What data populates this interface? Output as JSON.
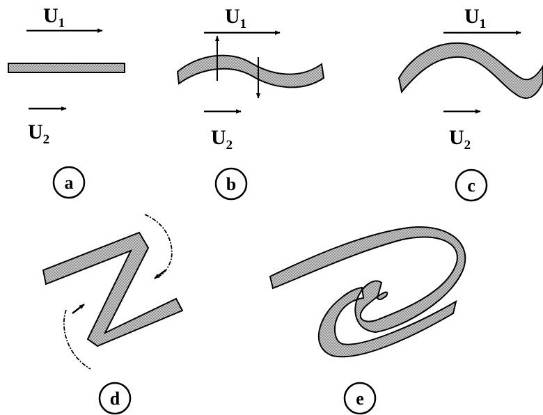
{
  "panels": [
    {
      "id": "a",
      "label": "a",
      "upper_velocity": "U",
      "upper_subscript": "1",
      "lower_velocity": "U",
      "lower_subscript": "2"
    },
    {
      "id": "b",
      "label": "b",
      "upper_velocity": "U",
      "upper_subscript": "1",
      "lower_velocity": "U",
      "lower_subscript": "2"
    },
    {
      "id": "c",
      "label": "c",
      "upper_velocity": "U",
      "upper_subscript": "1",
      "lower_velocity": "U",
      "lower_subscript": "2"
    },
    {
      "id": "d",
      "label": "d"
    },
    {
      "id": "e",
      "label": "e"
    }
  ],
  "colors": {
    "ink": "#000000",
    "band_fill": "#c8c8c8",
    "dot": "#555555",
    "background": "#ffffff"
  }
}
